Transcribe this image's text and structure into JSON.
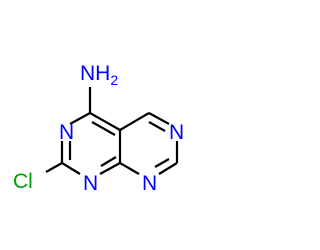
{
  "molecule": {
    "atoms": [
      {
        "id": "amine",
        "label": "NH",
        "subscript": "2",
        "color": "#0000ff"
      },
      {
        "id": "n3",
        "label": "N",
        "color": "#0000ff"
      },
      {
        "id": "n1",
        "label": "N",
        "color": "#0000ff"
      },
      {
        "id": "n6",
        "label": "N",
        "color": "#0000ff"
      },
      {
        "id": "n8",
        "label": "N",
        "color": "#0000ff"
      },
      {
        "id": "cl",
        "label": "Cl",
        "color": "#00a000"
      }
    ],
    "bond_color": "#000000",
    "background": "#ffffff"
  }
}
